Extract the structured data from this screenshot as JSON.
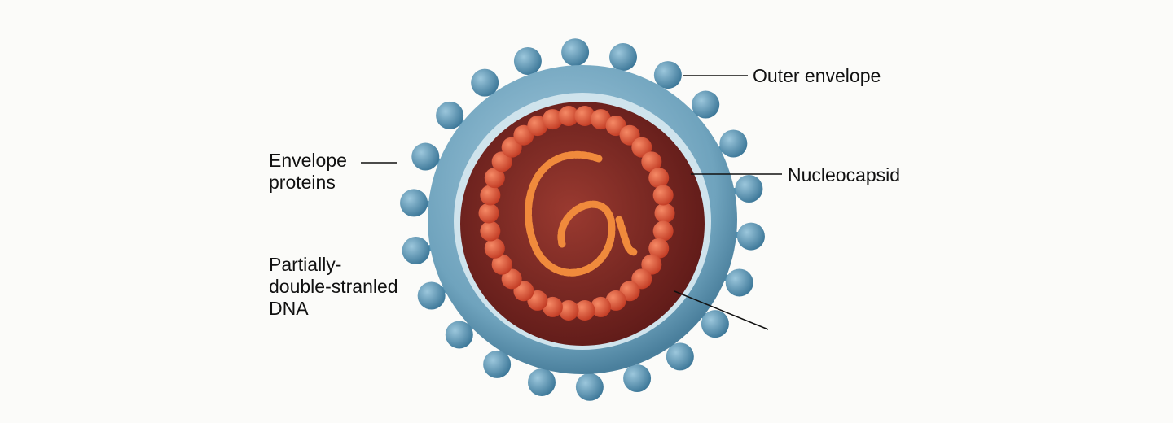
{
  "labels": {
    "outer_envelope": "Outer envelope",
    "envelope_proteins": [
      "Envelope",
      "proteins"
    ],
    "nucleocapsid": "Nucleocapsid",
    "dna": [
      "Partially-",
      "double-stranled",
      "DNA"
    ]
  },
  "colors": {
    "envelope": "#6fa3bd",
    "spike": "#4f8fb0",
    "interior": "#7a2420",
    "capsid_bead": "#e0553a",
    "dna_strand": "#f08a3c"
  }
}
